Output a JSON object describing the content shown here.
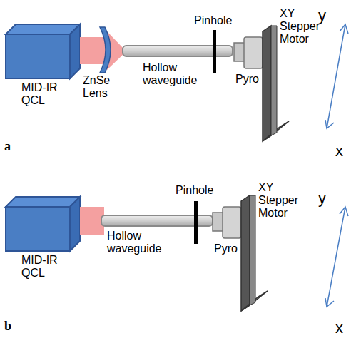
{
  "diagram": {
    "labels": [
      "MID-IR QCL",
      "ZnSe Lens",
      "Hollow waveguide",
      "Pinhole",
      "Pyro",
      "XY Stepper Motor",
      "y",
      "x",
      "a",
      "MID-IR QCL",
      "Hollow waveguide",
      "Pinhole",
      "XY Stepper Motor",
      "Pyro",
      "y",
      "x",
      "b"
    ]
  }
}
